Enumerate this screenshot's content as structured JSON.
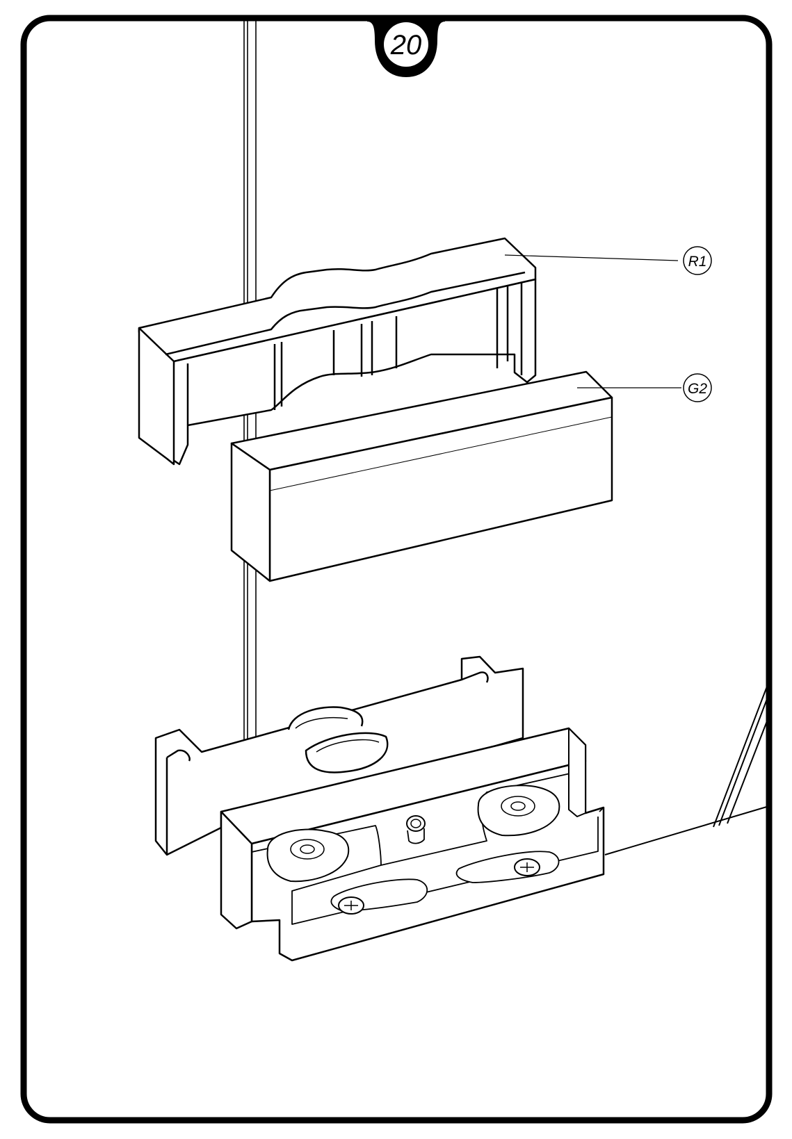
{
  "step": {
    "number": "20"
  },
  "callouts": {
    "r1": {
      "label": "R1"
    },
    "g2": {
      "label": "G2"
    }
  },
  "colors": {
    "ink": "#000000",
    "paper": "#ffffff"
  }
}
